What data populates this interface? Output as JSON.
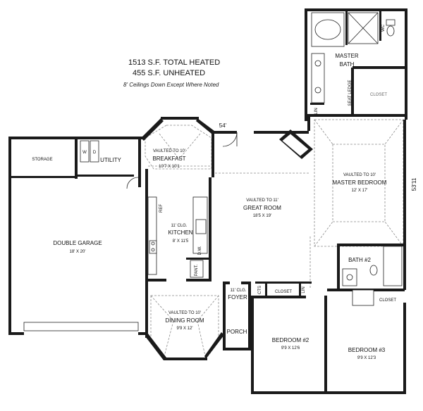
{
  "header": {
    "heated": "1513 S.F.  TOTAL HEATED",
    "unheated": "455 S.F.  UNHEATED",
    "note": "8' Ceilings Down Except Where Noted"
  },
  "dims": {
    "top": "54'",
    "side": "53'11"
  },
  "rooms": {
    "storage": "STORAGE",
    "utility": "UTILITY",
    "breakfast": {
      "note": "VAULTED TO 10'",
      "name": "BREAKFAST",
      "size": "10'7 X 10'1"
    },
    "great_room": {
      "note": "VAULTED TO 11'",
      "name": "GREAT ROOM",
      "size": "18'5 X 19'"
    },
    "master_bedroom": {
      "note": "VAULTED TO 10'",
      "name": "MASTER BEDROOM",
      "size": "12' X 17'"
    },
    "master_bath": {
      "name": "MASTER",
      "name2": "BATH"
    },
    "closet": "CLOSET",
    "kitchen": {
      "note": "11' CLG.",
      "name": "KITCHEN",
      "size": "8' X 11'5"
    },
    "garage": {
      "name": "DOUBLE GARAGE",
      "size": "18' X 20'"
    },
    "dining": {
      "note": "VAULTED TO 10'",
      "name": "DINING ROOM",
      "size": "9'9 X 12'"
    },
    "foyer": {
      "note": "11' CLG.",
      "name": "FOYER"
    },
    "porch": "PORCH",
    "bath2": "BATH #2",
    "bedroom2": {
      "name": "BEDROOM #2",
      "size": "9'9 X 12'6"
    },
    "bedroom3": {
      "name": "BEDROOM #3",
      "size": "9'9 X 12'3"
    },
    "closet_small": "CLOSET",
    "closet_bed3": "CLOSET"
  },
  "tags": {
    "w": "W",
    "d": "D",
    "pantry": "PANT.",
    "ref": "REF",
    "dw": "D.W.",
    "cts": "CTS",
    "lin": "LIN",
    "lin2": "LIN",
    "wc": "WC",
    "mirror": "SEAT LEDGE"
  }
}
